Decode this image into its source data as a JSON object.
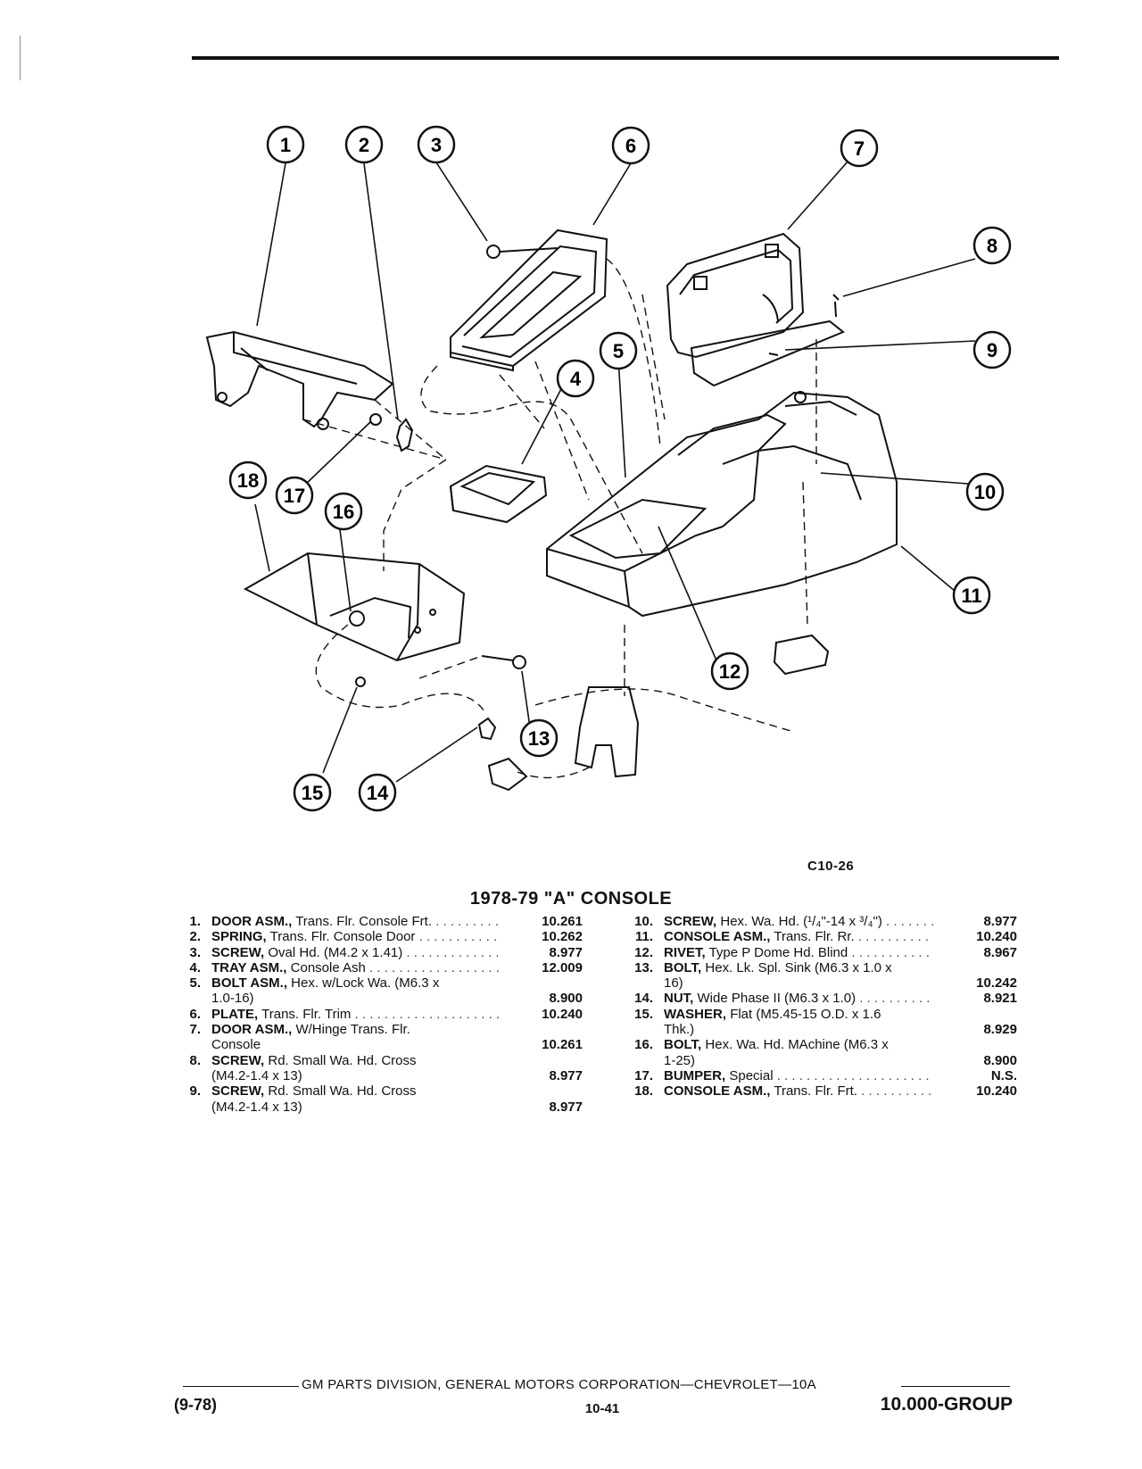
{
  "figure": {
    "code": "C10-26",
    "title": "1978-79 \"A\" CONSOLE",
    "callouts": [
      "1",
      "2",
      "3",
      "4",
      "5",
      "6",
      "7",
      "8",
      "9",
      "10",
      "11",
      "12",
      "13",
      "14",
      "15",
      "16",
      "17",
      "18"
    ]
  },
  "parts_left": [
    {
      "num": "1.",
      "name": "DOOR ASM.,",
      "desc": "Trans. Flr. Console Frt.",
      "ref": "10.261",
      "lines": []
    },
    {
      "num": "2.",
      "name": "SPRING,",
      "desc": "Trans. Flr. Console Door",
      "ref": "10.262",
      "lines": []
    },
    {
      "num": "3.",
      "name": "SCREW,",
      "desc": "Oval Hd. (M4.2 x 1.41)",
      "ref": "8.977",
      "lines": []
    },
    {
      "num": "4.",
      "name": "TRAY ASM.,",
      "desc": "Console Ash",
      "ref": "12.009",
      "lines": []
    },
    {
      "num": "5.",
      "name": "BOLT ASM.,",
      "desc": "Hex. w/Lock Wa. (M6.3 x",
      "ref": "8.900",
      "lines": [
        "1.0-16)"
      ]
    },
    {
      "num": "6.",
      "name": "PLATE,",
      "desc": "Trans. Flr. Trim",
      "ref": "10.240",
      "lines": []
    },
    {
      "num": "7.",
      "name": "DOOR ASM.,",
      "desc": "W/Hinge Trans. Flr.",
      "ref": "10.261",
      "lines": [
        "Console"
      ]
    },
    {
      "num": "8.",
      "name": "SCREW,",
      "desc": "Rd. Small Wa. Hd. Cross",
      "ref": "8.977",
      "lines": [
        "(M4.2-1.4 x 13)"
      ]
    },
    {
      "num": "9.",
      "name": "SCREW,",
      "desc": "Rd. Small Wa. Hd. Cross",
      "ref": "8.977",
      "lines": [
        "(M4.2-1.4 x 13)"
      ]
    }
  ],
  "parts_right": [
    {
      "num": "10.",
      "name": "SCREW,",
      "desc": "Hex. Wa. Hd. (¹/₄\"-14 x ³/₄\")",
      "ref": "8.977",
      "lines": []
    },
    {
      "num": "11.",
      "name": "CONSOLE ASM.,",
      "desc": "Trans. Flr. Rr.",
      "ref": "10.240",
      "lines": []
    },
    {
      "num": "12.",
      "name": "RIVET,",
      "desc": "Type P Dome Hd. Blind",
      "ref": "8.967",
      "lines": []
    },
    {
      "num": "13.",
      "name": "BOLT,",
      "desc": "Hex. Lk. Spl. Sink (M6.3 x 1.0 x",
      "ref": "10.242",
      "lines": [
        "16)"
      ]
    },
    {
      "num": "14.",
      "name": "NUT,",
      "desc": "Wide Phase II (M6.3 x 1.0)",
      "ref": "8.921",
      "lines": []
    },
    {
      "num": "15.",
      "name": "WASHER,",
      "desc": "Flat (M5.45-15 O.D. x 1.6",
      "ref": "8.929",
      "lines": [
        "Thk.)"
      ]
    },
    {
      "num": "16.",
      "name": "BOLT,",
      "desc": "Hex. Wa. Hd. MAchine (M6.3 x",
      "ref": "8.900",
      "lines": [
        "1-25)"
      ]
    },
    {
      "num": "17.",
      "name": "BUMPER,",
      "desc": "Special",
      "ref": "N.S.",
      "lines": []
    },
    {
      "num": "18.",
      "name": "CONSOLE ASM.,",
      "desc": "Trans. Flr. Frt.",
      "ref": "10.240",
      "lines": []
    }
  ],
  "footer": {
    "publisher": "GM PARTS DIVISION, GENERAL MOTORS CORPORATION—CHEVROLET—10A",
    "date": "(9-78)",
    "page": "10-41",
    "group": "10.000-GROUP"
  }
}
